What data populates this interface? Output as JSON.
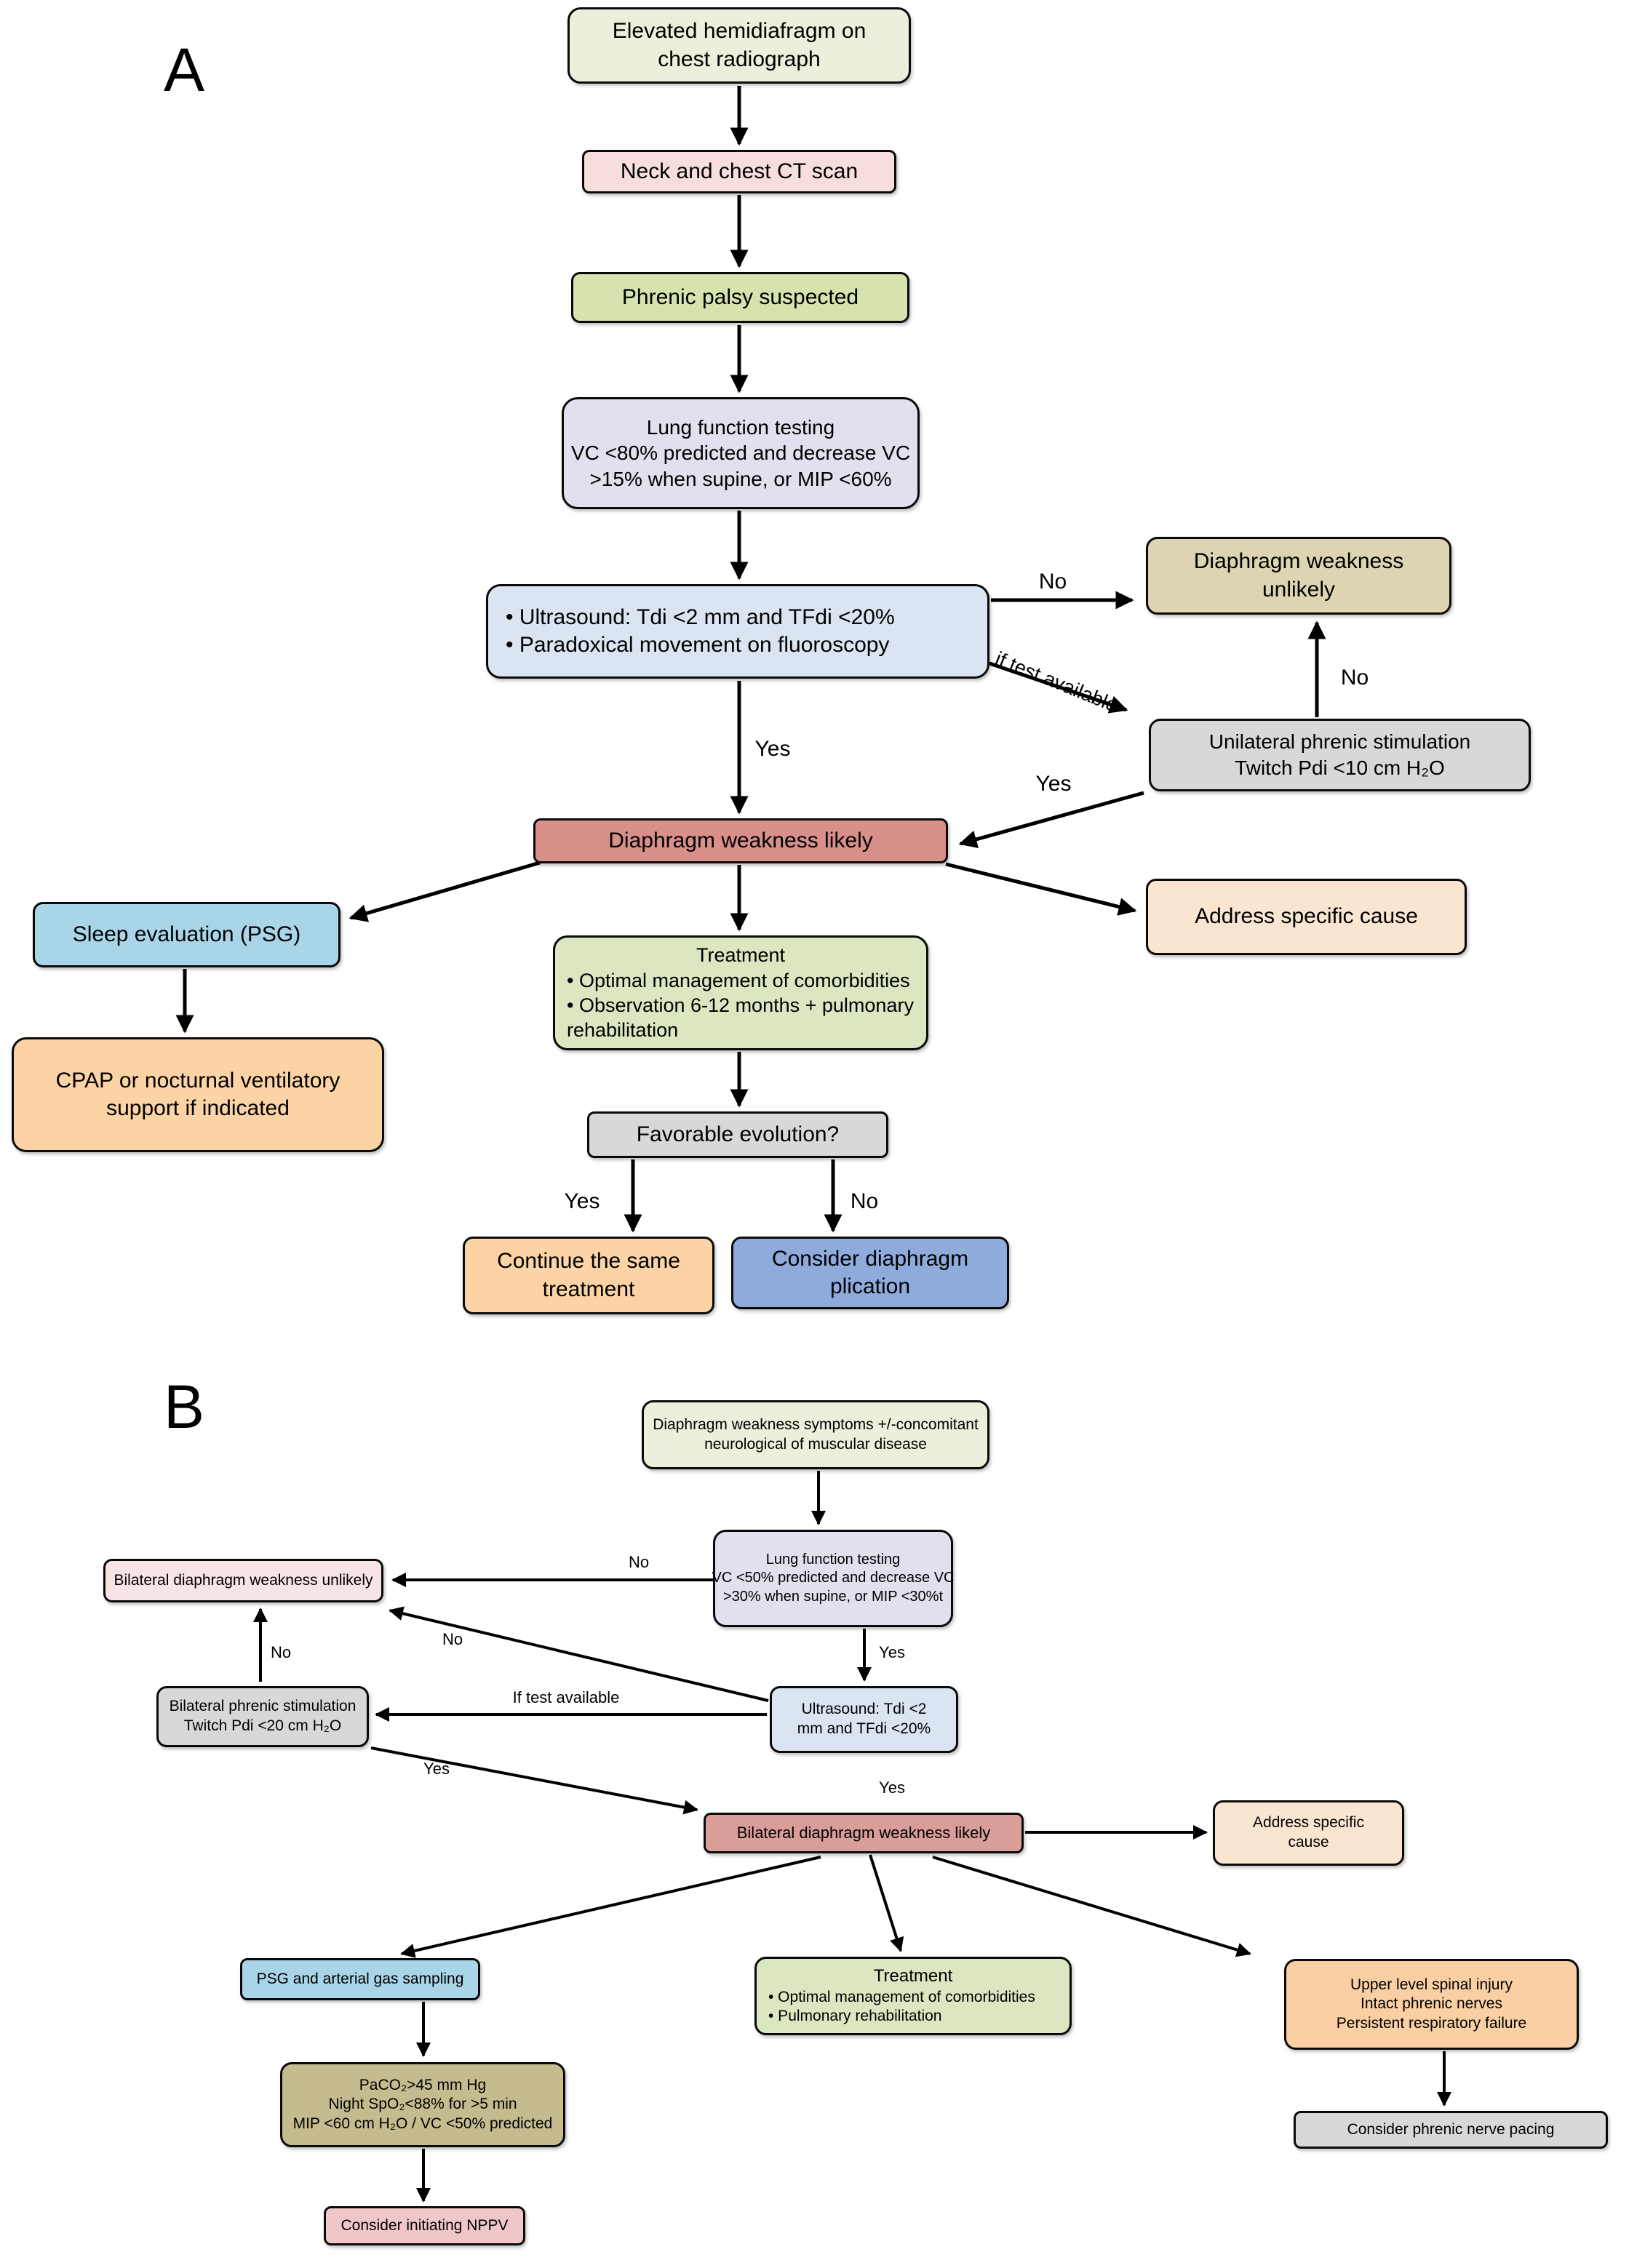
{
  "panels": {
    "a": {
      "label": "A"
    },
    "b": {
      "label": "B"
    }
  },
  "nodes": {
    "elevated": {
      "lines": [
        "Elevated hemidiafragm on",
        "chest radiograph"
      ]
    },
    "neck_ct": {
      "lines": [
        "Neck and chest CT scan"
      ]
    },
    "phrenic_palsy": {
      "lines": [
        "Phrenic palsy suspected"
      ]
    },
    "lung_function_a": {
      "lines": [
        "Lung function testing",
        "VC <80% predicted and decrease VC",
        ">15% when supine, or MIP <60%"
      ]
    },
    "ultrasound_a": {
      "lines": [
        "• Ultrasound: Tdi <2 mm and TFdi <20%",
        "• Paradoxical movement on fluoroscopy"
      ]
    },
    "dw_unlikely": {
      "lines": [
        "Diaphragm weakness",
        "unlikely"
      ]
    },
    "unilateral_phrenic": {
      "lines": [
        "Unilateral phrenic stimulation",
        "Twitch Pdi <10 cm H₂O"
      ]
    },
    "dw_likely": {
      "lines": [
        "Diaphragm weakness likely"
      ]
    },
    "sleep_psg": {
      "lines": [
        "Sleep evaluation (PSG)"
      ]
    },
    "cpap": {
      "lines": [
        "CPAP or nocturnal ventilatory",
        "support if indicated"
      ]
    },
    "address_a": {
      "lines": [
        "Address specific cause"
      ]
    },
    "treatment_a": {
      "title": "Treatment",
      "bullets": [
        "• Optimal management of comorbidities",
        "• Observation 6-12 months + pulmonary rehabilitation"
      ]
    },
    "favorable": {
      "lines": [
        "Favorable evolution?"
      ]
    },
    "continue_tx": {
      "lines": [
        "Continue the same",
        "treatment"
      ]
    },
    "plication": {
      "lines": [
        "Consider diaphragm",
        "plication"
      ]
    },
    "dw_symptoms": {
      "lines": [
        "Diaphragm weakness symptoms +/-concomitant",
        "neurological of muscular disease"
      ]
    },
    "lung_function_b": {
      "lines": [
        "Lung function testing",
        "VC <50% predicted and decrease VC",
        ">30% when supine, or  MIP <30%t"
      ]
    },
    "bilateral_unlikely": {
      "lines": [
        "Bilateral diaphragm weakness unlikely"
      ]
    },
    "bilateral_phrenic": {
      "lines": [
        "Bilateral phrenic stimulation",
        "Twitch Pdi <20 cm H₂O"
      ]
    },
    "ultrasound_b": {
      "lines": [
        "Ultrasound: Tdi <2",
        "mm and TFdi <20%"
      ]
    },
    "bilateral_likely": {
      "lines": [
        "Bilateral diaphragm weakness likely"
      ]
    },
    "address_b": {
      "lines": [
        "Address specific",
        "cause"
      ]
    },
    "psg_b": {
      "lines": [
        "PSG and arterial gas sampling"
      ]
    },
    "treatment_b": {
      "title": "Treatment",
      "bullets": [
        "• Optimal management of comorbidities",
        "• Pulmonary rehabilitation"
      ]
    },
    "upper_spinal": {
      "lines": [
        "Upper level spinal injury",
        "Intact phrenic nerves",
        "Persistent respiratory failure"
      ]
    },
    "paco2": {
      "lines": [
        "PaCO₂>45 mm Hg",
        "Night SpO₂<88% for >5 min",
        "MIP <60 cm H₂O / VC <50% predicted"
      ]
    },
    "pacing": {
      "lines": [
        "Consider phrenic nerve pacing"
      ]
    },
    "nppv": {
      "lines": [
        "Consider initiating NPPV"
      ]
    }
  },
  "labels": {
    "a_no_right": "No",
    "a_no_up": "No",
    "a_if_test": "if test available",
    "a_yes_down": "Yes",
    "a_yes_diag": "Yes",
    "a_yes_fav": "Yes",
    "a_no_fav": "No",
    "b_no_h": "No",
    "b_yes_1": "Yes",
    "b_no_diag": "No",
    "b_no_up": "No",
    "b_if_test": "If test available",
    "b_yes_diag": "Yes",
    "b_yes_2": "Yes"
  },
  "colors": {
    "pale_green": "#eaf0db",
    "pink": "#f7dedd",
    "sage_green": "#d7e3af",
    "lavender": "#e4dfee",
    "light_blue": "#dbe5f2",
    "khaki": "#ddd5b2",
    "gray": "#d8d8d8",
    "salmon": "#d98f8a",
    "salmon_b": "#d99e9a",
    "sky_blue": "#a9d5e8",
    "peach": "#fbd3a5",
    "light_peach": "#fae5d0",
    "green": "#dae7c0",
    "blue": "#8fabdc",
    "pink_light": "#f8e4e4",
    "dark_khaki": "#c4bb8f",
    "rose": "#efc7c9",
    "orange": "#fbcfa4"
  }
}
